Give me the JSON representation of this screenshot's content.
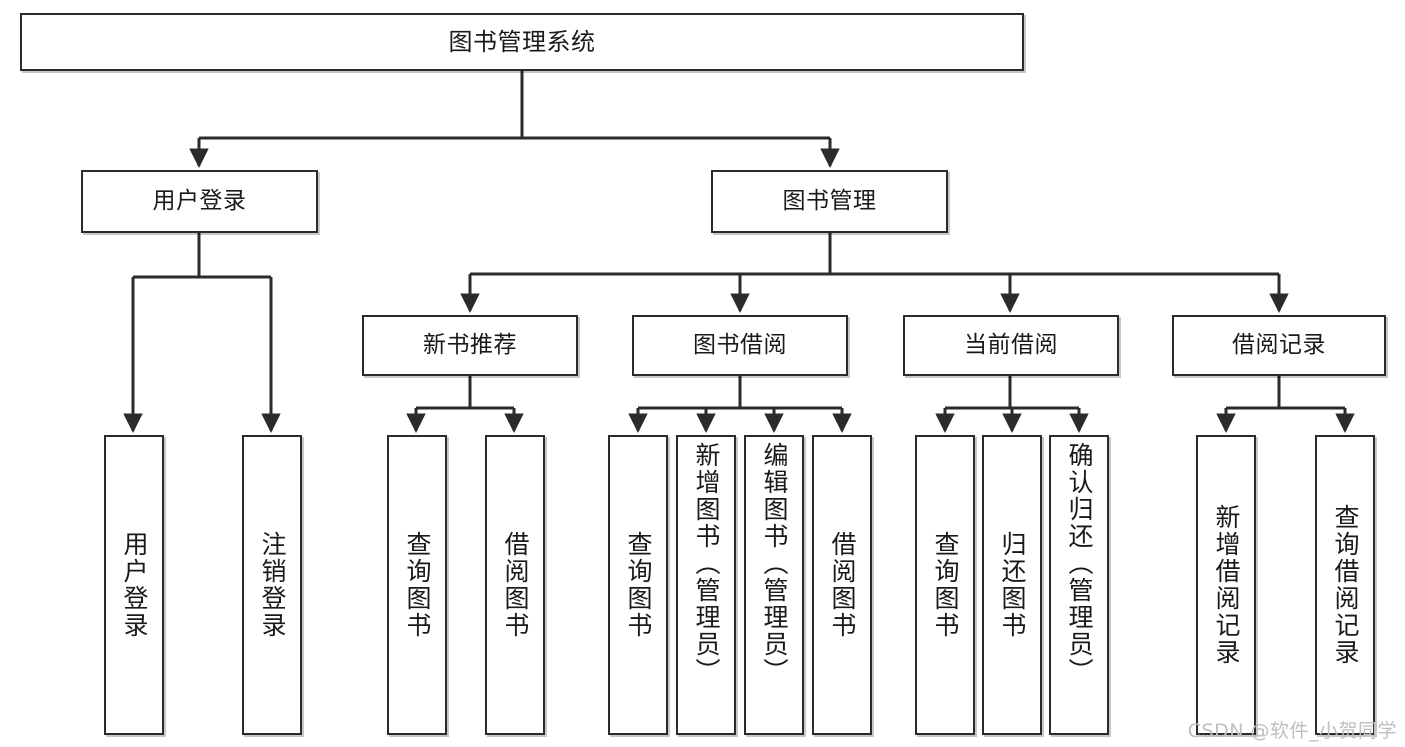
{
  "diagram": {
    "title": "图书管理系统",
    "type": "tree-hierarchy",
    "watermark": "CSDN @软件_小贺同学",
    "colors": {
      "stroke": "#2b2b2b",
      "fill": "#ffffff",
      "text": "#1a1a1a",
      "watermark": "#bfbfbf"
    },
    "root": {
      "label": "图书管理系统"
    },
    "level2": [
      {
        "label": "用户登录"
      },
      {
        "label": "图书管理"
      }
    ],
    "level3": [
      {
        "label": "新书推荐"
      },
      {
        "label": "图书借阅"
      },
      {
        "label": "当前借阅"
      },
      {
        "label": "借阅记录"
      }
    ],
    "leaves": {
      "user_login": [
        {
          "label": "用户登录"
        },
        {
          "label": "注销登录"
        }
      ],
      "new_book": [
        {
          "label": "查询图书"
        },
        {
          "label": "借阅图书"
        }
      ],
      "book_borrow": [
        {
          "label": "查询图书"
        },
        {
          "label": "新增图书（管理员）"
        },
        {
          "label": "编辑图书（管理员）"
        },
        {
          "label": "借阅图书"
        }
      ],
      "current_borrow": [
        {
          "label": "查询图书"
        },
        {
          "label": "归还图书"
        },
        {
          "label": "确认归还（管理员）"
        }
      ],
      "borrow_record": [
        {
          "label": "新增借阅记录"
        },
        {
          "label": "查询借阅记录"
        }
      ]
    }
  }
}
